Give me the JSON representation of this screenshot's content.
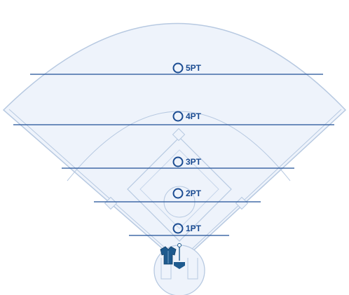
{
  "colors": {
    "field_fill": "#eef3fb",
    "field_outline": "#b7c9e1",
    "zone_line": "#1f4f96",
    "target_ring": "#1b4c92",
    "label": "#1b4c92",
    "icon_primary": "#1e5a8e"
  },
  "zones": [
    {
      "label": "5PT",
      "points": 5
    },
    {
      "label": "4PT",
      "points": 4
    },
    {
      "label": "3PT",
      "points": 3
    },
    {
      "label": "2PT",
      "points": 2
    },
    {
      "label": "1PT",
      "points": 1
    }
  ],
  "icons": {
    "player": "jersey-icon",
    "batting_tee": "batting-tee-icon",
    "home_plate": "home-plate-icon"
  }
}
